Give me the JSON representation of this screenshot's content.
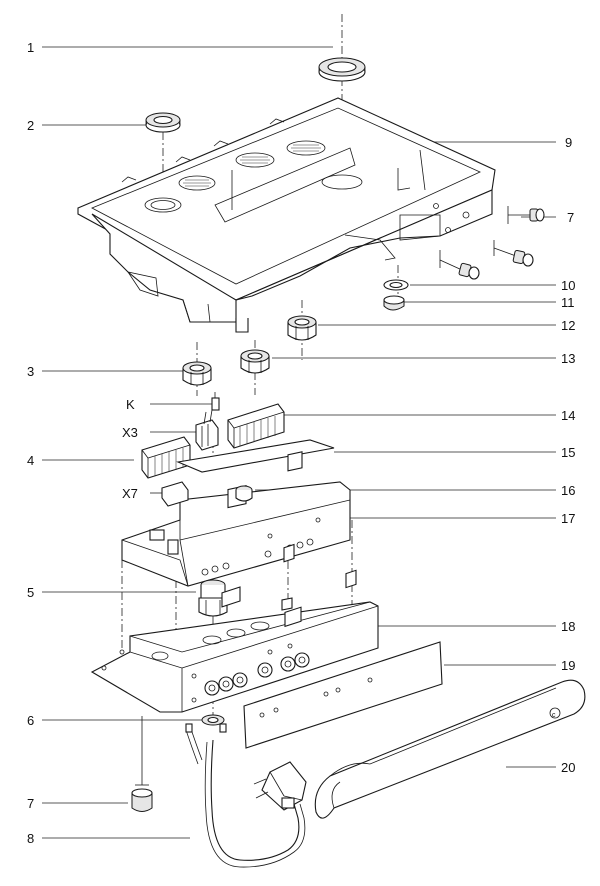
{
  "diagram": {
    "callouts": [
      {
        "id": "c1",
        "text": "1"
      },
      {
        "id": "c2",
        "text": "2"
      },
      {
        "id": "c3",
        "text": "3"
      },
      {
        "id": "c4",
        "text": "4"
      },
      {
        "id": "c5",
        "text": "5"
      },
      {
        "id": "c6",
        "text": "6"
      },
      {
        "id": "c7a",
        "text": "7"
      },
      {
        "id": "c7b",
        "text": "7"
      },
      {
        "id": "c8",
        "text": "8"
      },
      {
        "id": "c9",
        "text": "9"
      },
      {
        "id": "c10",
        "text": "10"
      },
      {
        "id": "c11",
        "text": "11"
      },
      {
        "id": "c12",
        "text": "12"
      },
      {
        "id": "c13",
        "text": "13"
      },
      {
        "id": "c14",
        "text": "14"
      },
      {
        "id": "c15",
        "text": "15"
      },
      {
        "id": "c16",
        "text": "16"
      },
      {
        "id": "c17",
        "text": "17"
      },
      {
        "id": "c18",
        "text": "18"
      },
      {
        "id": "c19",
        "text": "19"
      },
      {
        "id": "c20",
        "text": "20"
      },
      {
        "id": "cK",
        "text": "K"
      },
      {
        "id": "cX3",
        "text": "X3"
      },
      {
        "id": "cX7",
        "text": "X7"
      }
    ]
  }
}
